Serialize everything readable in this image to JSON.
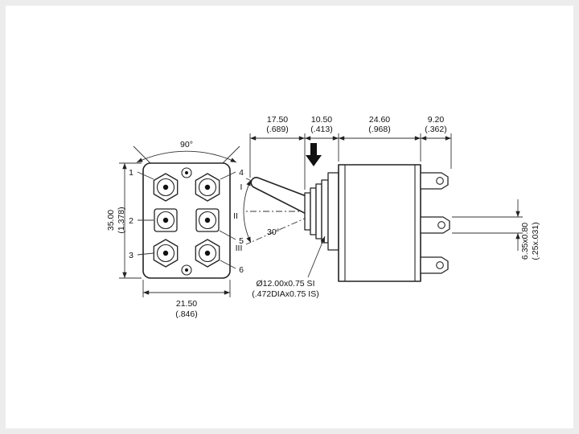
{
  "drawing": {
    "kind": "toggle-switch-technical-drawing",
    "views": {
      "front": {
        "angle": "90°",
        "terminal_numbers": [
          "1",
          "2",
          "3",
          "4",
          "5",
          "6"
        ],
        "height": {
          "mm": "35.00",
          "inch": "(1.378)"
        },
        "width": {
          "mm": "21.50",
          "inch": "(.846)"
        }
      },
      "side": {
        "top_dimensions": [
          {
            "mm": "17.50",
            "inch": "(.689)"
          },
          {
            "mm": "10.50",
            "inch": "(.413)"
          },
          {
            "mm": "24.60",
            "inch": "(.968)"
          },
          {
            "mm": "9.20",
            "inch": "(.362)"
          }
        ],
        "toggle_positions": [
          "I",
          "II",
          "III"
        ],
        "throw_angle": "30°",
        "thread_spec": {
          "line1": "Ø12.00x0.75 SI",
          "line2": "(.472DIAx0.75 IS)"
        },
        "terminal_size": {
          "mm": "6.35x0.80",
          "inch": "(.25x.031)"
        }
      }
    }
  }
}
